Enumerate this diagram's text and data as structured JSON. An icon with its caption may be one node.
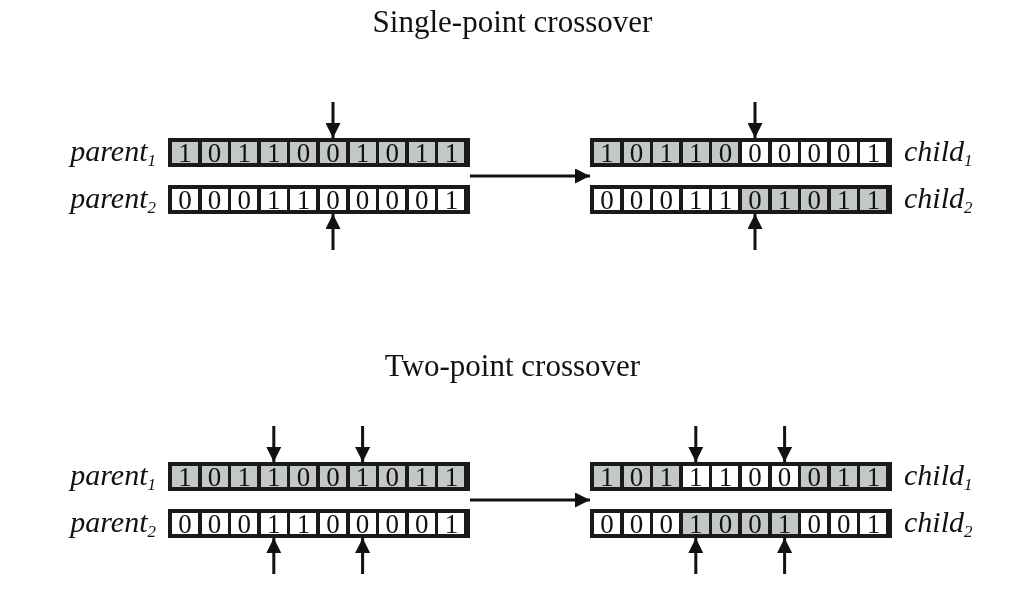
{
  "diagram": {
    "nodes": [
      {
        "text": [],
        "shape": "bar",
        "beside": [
          "parent$_{1}$"
        ]
      },
      {
        "text": [
          "1"
        ],
        "in": 0
      },
      {
        "text": [
          "0"
        ],
        "in": 0
      },
      {
        "text": [
          "1"
        ],
        "in": 0
      },
      {
        "text": [
          "1"
        ],
        "in": 0
      },
      {
        "text": [
          "0"
        ],
        "in": 0
      },
      {
        "text": [
          "0"
        ],
        "in": 0
      },
      {
        "text": [
          "1"
        ],
        "in": 0
      },
      {
        "text": [
          "0"
        ],
        "in": 0
      },
      {
        "text": [
          "1"
        ],
        "in": 0
      },
      {
        "text": [
          "1"
        ],
        "in": 0
      },
      {
        "text": [],
        "shape": "bar",
        "beside": [
          "child$_{1}$"
        ]
      },
      {
        "text": [
          "1"
        ],
        "in": 11
      },
      {
        "text": [
          "0"
        ],
        "in": 11
      },
      {
        "text": [
          "1"
        ],
        "in": 11
      },
      {
        "text": [
          "1"
        ],
        "in": 11
      },
      {
        "text": [
          "0"
        ],
        "in": 11
      },
      {
        "text": [
          "0"
        ],
        "in": 11
      },
      {
        "text": [
          "0"
        ],
        "in": 11
      },
      {
        "text": [
          "0"
        ],
        "in": 11
      },
      {
        "text": [
          "0"
        ],
        "in": 11
      },
      {
        "text": [
          "1"
        ],
        "in": 11
      },
      {
        "text": [],
        "shape": "bar",
        "beside": [
          "parent$_{2}$"
        ]
      },
      {
        "text": [
          "0"
        ],
        "in": 22
      },
      {
        "text": [
          "0"
        ],
        "in": 22
      },
      {
        "text": [
          "0"
        ],
        "in": 22
      },
      {
        "text": [
          "1"
        ],
        "in": 22
      },
      {
        "text": [
          "1"
        ],
        "in": 22
      },
      {
        "text": [
          "0"
        ],
        "in": 22
      },
      {
        "text": [
          "0"
        ],
        "in": 22
      },
      {
        "text": [
          "0"
        ],
        "in": 22
      },
      {
        "text": [
          "0"
        ],
        "in": 22
      },
      {
        "text": [
          "1"
        ],
        "in": 22
      },
      {
        "text": [],
        "shape": "bar",
        "beside": [
          "child$_{2}$"
        ]
      },
      {
        "text": [
          "0"
        ],
        "in": 33
      },
      {
        "text": [
          "0"
        ],
        "in": 33
      },
      {
        "text": [
          "0"
        ],
        "in": 33
      },
      {
        "text": [
          "1"
        ],
        "in": 33
      },
      {
        "text": [
          "1"
        ],
        "in": 33
      },
      {
        "text": [
          "0"
        ],
        "in": 33
      },
      {
        "text": [
          "1"
        ],
        "in": 33
      },
      {
        "text": [
          "0"
        ],
        "in": 33
      },
      {
        "text": [
          "1"
        ],
        "in": 33
      },
      {
        "text": [
          "1"
        ],
        "in": 33
      },
      {
        "text": [],
        "shape": "bar",
        "beside": [
          "parent$_{1}$"
        ]
      },
      {
        "text": [
          "1"
        ],
        "in": 44
      },
      {
        "text": [
          "0"
        ],
        "in": 44
      },
      {
        "text": [
          "1"
        ],
        "in": 44
      },
      {
        "text": [
          "1"
        ],
        "in": 44
      },
      {
        "text": [
          "0"
        ],
        "in": 44
      },
      {
        "text": [
          "0"
        ],
        "in": 44
      },
      {
        "text": [
          "1"
        ],
        "in": 44
      },
      {
        "text": [
          "0"
        ],
        "in": 44
      },
      {
        "text": [
          "1"
        ],
        "in": 44
      },
      {
        "text": [
          "1"
        ],
        "in": 44
      },
      {
        "text": [],
        "shape": "bar",
        "beside": [
          "child$_{1}$"
        ]
      },
      {
        "text": [
          "1"
        ],
        "in": 55
      },
      {
        "text": [
          "0"
        ],
        "in": 55
      },
      {
        "text": [
          "1"
        ],
        "in": 55
      },
      {
        "text": [
          "1"
        ],
        "in": 55
      },
      {
        "text": [
          "1"
        ],
        "in": 55
      },
      {
        "text": [
          "0"
        ],
        "in": 55
      },
      {
        "text": [
          "0"
        ],
        "in": 55
      },
      {
        "text": [
          "0"
        ],
        "in": 55
      },
      {
        "text": [
          "1"
        ],
        "in": 55
      },
      {
        "text": [
          "1"
        ],
        "in": 55
      },
      {
        "text": [],
        "shape": "bar",
        "beside": [
          "parent$_{2}$"
        ]
      },
      {
        "text": [
          "0"
        ],
        "in": 66
      },
      {
        "text": [
          "0"
        ],
        "in": 66
      },
      {
        "text": [
          "0"
        ],
        "in": 66
      },
      {
        "text": [
          "1"
        ],
        "in": 66
      },
      {
        "text": [
          "1"
        ],
        "in": 66
      },
      {
        "text": [
          "0"
        ],
        "in": 66
      },
      {
        "text": [
          "0"
        ],
        "in": 66
      },
      {
        "text": [
          "0"
        ],
        "in": 66
      },
      {
        "text": [
          "0"
        ],
        "in": 66
      },
      {
        "text": [
          "1"
        ],
        "in": 66
      },
      {
        "text": [],
        "shape": "bar",
        "beside": [
          "child$_{2}$"
        ]
      },
      {
        "text": [
          "0"
        ],
        "in": 77
      },
      {
        "text": [
          "0"
        ],
        "in": 77
      },
      {
        "text": [
          "0"
        ],
        "in": 77
      },
      {
        "text": [
          "1"
        ],
        "in": 77
      },
      {
        "text": [
          "0"
        ],
        "in": 77
      },
      {
        "text": [
          "0"
        ],
        "in": 77
      },
      {
        "text": [
          "1"
        ],
        "in": 77
      },
      {
        "text": [
          "0"
        ],
        "in": 77
      },
      {
        "text": [
          "0"
        ],
        "in": 77
      },
      {
        "text": [
          "1"
        ],
        "in": 77
      }
    ],
    "edges": [
      {
        "from": 0,
        "to": 11,
        "arrow": "to"
      },
      {
        "from": null,
        "to": 6,
        "arrow": "to"
      },
      {
        "from": null,
        "to": 28,
        "arrow": "to"
      },
      {
        "from": null,
        "to": 17,
        "arrow": "to"
      },
      {
        "from": null,
        "to": 39,
        "arrow": "to"
      },
      {
        "from": 44,
        "to": 55,
        "arrow": "to"
      },
      {
        "from": null,
        "to": 48,
        "arrow": "to"
      },
      {
        "from": null,
        "to": 51,
        "arrow": "to"
      },
      {
        "from": null,
        "to": 70,
        "arrow": "to"
      },
      {
        "from": null,
        "to": 73,
        "arrow": "to"
      },
      {
        "from": null,
        "to": 59,
        "arrow": "to"
      },
      {
        "from": null,
        "to": 62,
        "arrow": "to"
      },
      {
        "from": null,
        "to": 81,
        "arrow": "to"
      },
      {
        "from": null,
        "to": 84,
        "arrow": "to"
      }
    ],
    "labels": [
      "Single-point crossover",
      "Two-point crossover"
    ]
  }
}
